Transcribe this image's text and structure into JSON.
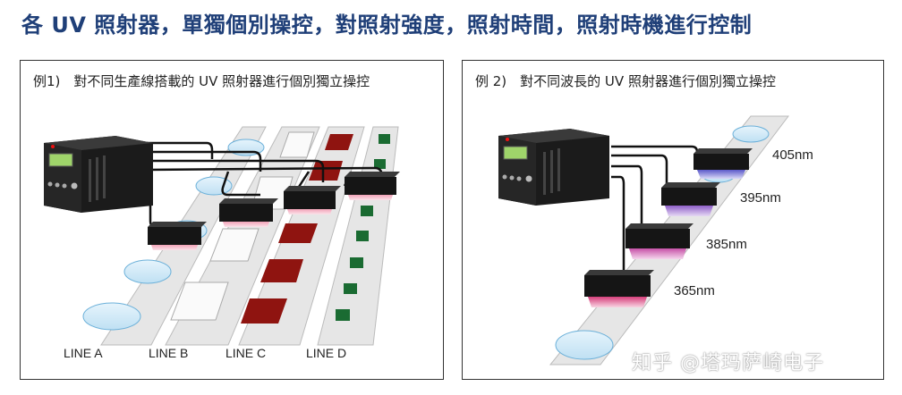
{
  "title": "各 UV 照射器，單獨個別操控，對照射強度，照射時間，照射時機進行控制",
  "panel1": {
    "title": "例1)　對不同生產線搭載的 UV 照射器進行個別獨立操控",
    "lines": [
      "LINE A",
      "LINE B",
      "LINE C",
      "LINE D"
    ]
  },
  "panel2": {
    "title": "例 2)　對不同波長的 UV 照射器進行個別獨立操控",
    "wavelengths": [
      "405nm",
      "395nm",
      "385nm",
      "365nm"
    ]
  },
  "watermark": "知乎 @塔玛萨崎电子",
  "colors": {
    "title": "#1f3f78",
    "led_red": "#8f1410",
    "led_green": "#1a6b32",
    "lens_blue": "#cfe8f6",
    "belt": "#e4e4e4"
  }
}
